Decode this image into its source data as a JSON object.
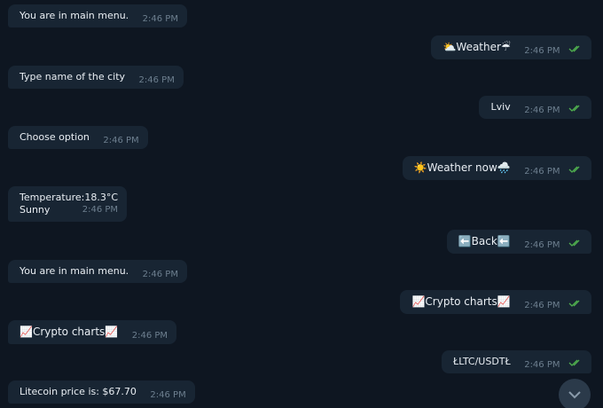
{
  "messages": [
    {
      "dir": "in",
      "text": "You are in main menu.",
      "time": "2:46 PM"
    },
    {
      "dir": "out",
      "text": "⛅Weather☔",
      "time": "2:46 PM"
    },
    {
      "dir": "in",
      "text": "Type name of the city",
      "time": "2:46 PM"
    },
    {
      "dir": "out",
      "text": "Lviv",
      "time": "2:46 PM"
    },
    {
      "dir": "in",
      "text": "Choose option",
      "time": "2:46 PM"
    },
    {
      "dir": "out",
      "text": "☀️Weather now🌧️",
      "time": "2:46 PM"
    },
    {
      "dir": "in",
      "line1": "Temperature:18.3°C",
      "line2": "Sunny",
      "time": "2:46 PM"
    },
    {
      "dir": "out",
      "text": "⬅️Back⬅️",
      "time": "2:46 PM"
    },
    {
      "dir": "in",
      "text": "You are in main menu.",
      "time": "2:46 PM"
    },
    {
      "dir": "out",
      "text": "📈Crypto charts📈",
      "time": "2:46 PM"
    },
    {
      "dir": "in",
      "text": "📈Crypto charts📈",
      "time": "2:46 PM"
    },
    {
      "dir": "out",
      "text": "ŁLTC/USDTŁ",
      "time": "2:46 PM"
    },
    {
      "dir": "in",
      "text": "Litecoin price is: $67.70",
      "time": "2:46 PM"
    }
  ],
  "icons": {
    "read_ticks": "double-check-icon",
    "scroll_down": "chevron-down-icon"
  },
  "colors": {
    "background": "#0e1621",
    "bubble": "#182533",
    "tick": "#4fae4e"
  }
}
